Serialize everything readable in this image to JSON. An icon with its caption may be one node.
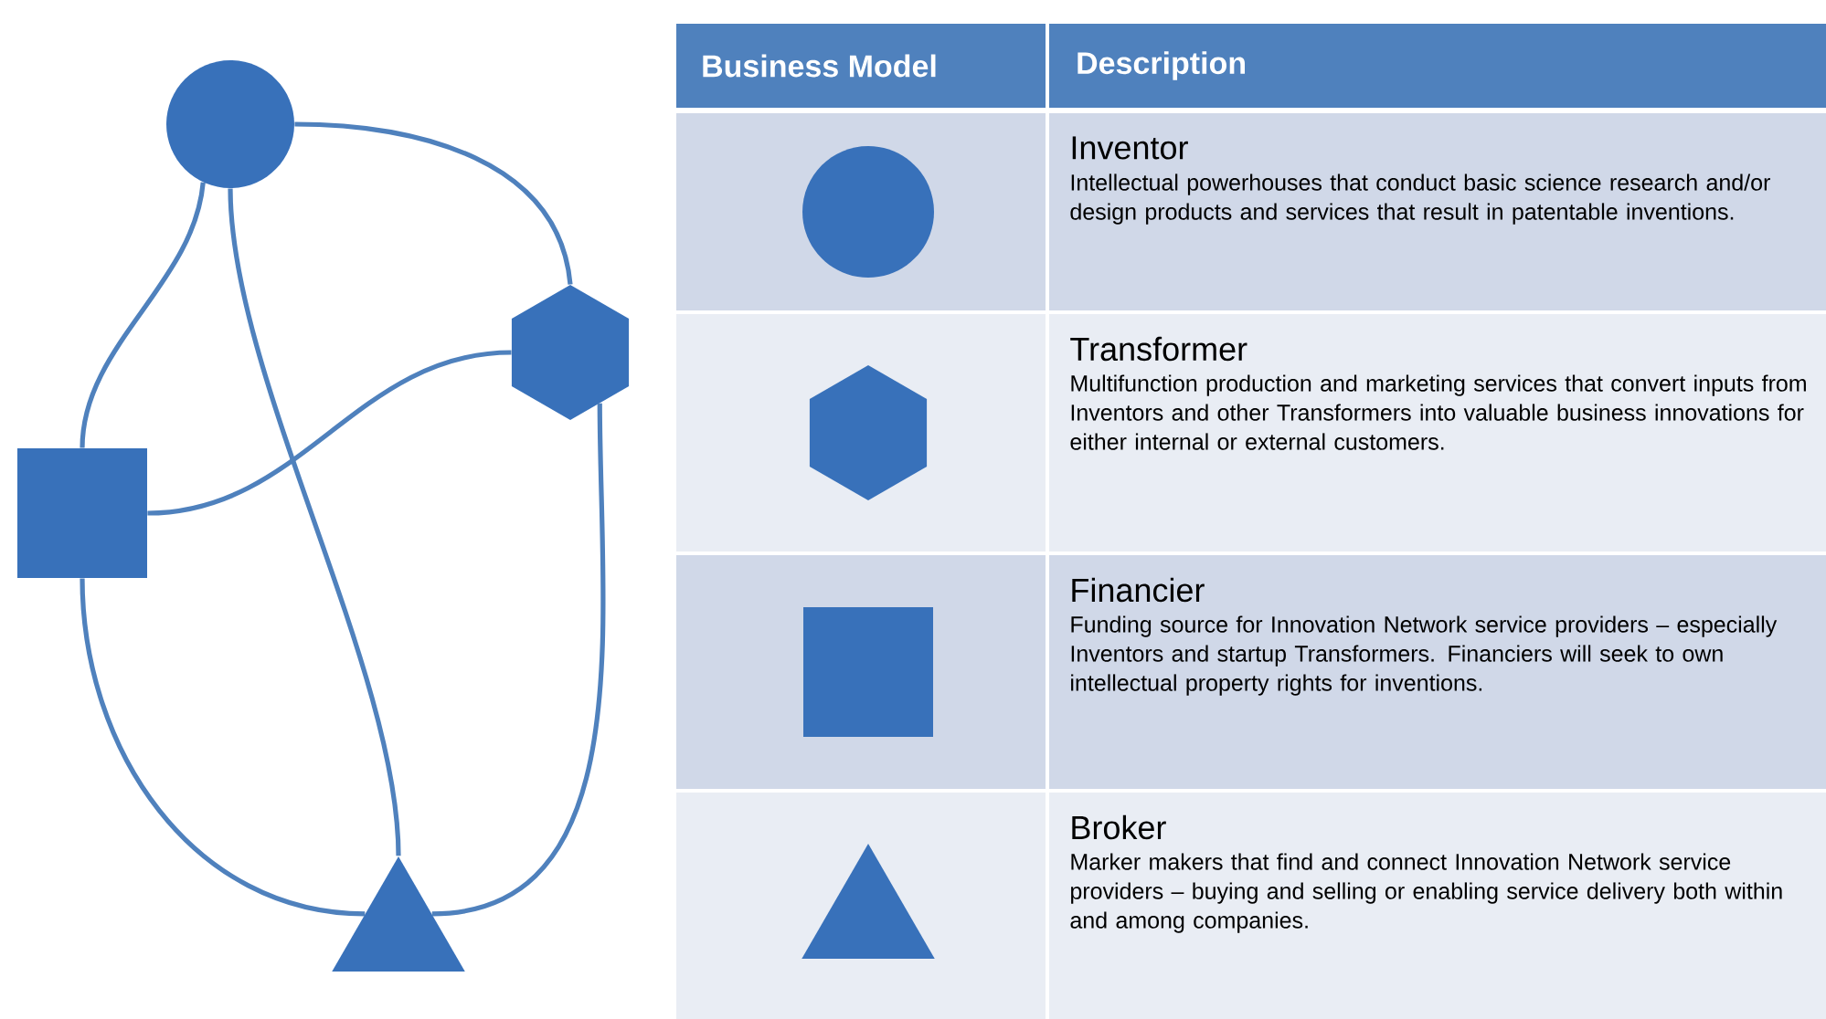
{
  "diagram": {
    "nodes": [
      {
        "text": [],
        "shape": "circle"
      },
      {
        "text": [],
        "shape": "hexagon"
      },
      {
        "text": [],
        "shape": "box"
      },
      {
        "text": [],
        "shape": "triangle"
      }
    ],
    "edges": [
      {
        "from": 0,
        "to": 1,
        "arrow": "none"
      },
      {
        "from": 0,
        "to": 2,
        "arrow": "none"
      },
      {
        "from": 0,
        "to": 3,
        "arrow": "none"
      },
      {
        "from": 1,
        "to": 2,
        "arrow": "none"
      },
      {
        "from": 1,
        "to": 3,
        "arrow": "none"
      },
      {
        "from": 2,
        "to": 3,
        "arrow": "none"
      }
    ],
    "labels": [
      "Business Model",
      "Description",
      "Inventor",
      "Intellectual powerhouses that conduct basic science research and/or design products and services that result in patentable inventions.",
      "Transformer",
      "Multifunction production and marketing services that convert inputs from Inventors and other Transformers into valuable business innovations for either internal or external customers.",
      "Financier",
      "Funding source for Innovation Network service providers – especially Inventors and startup Transformers. Financiers will seek to own intellectual property rights for inventions.",
      "Broker",
      "Marker makers that find and connect Innovation Network service providers – buying and selling or enabling service delivery both within and among companies."
    ]
  }
}
